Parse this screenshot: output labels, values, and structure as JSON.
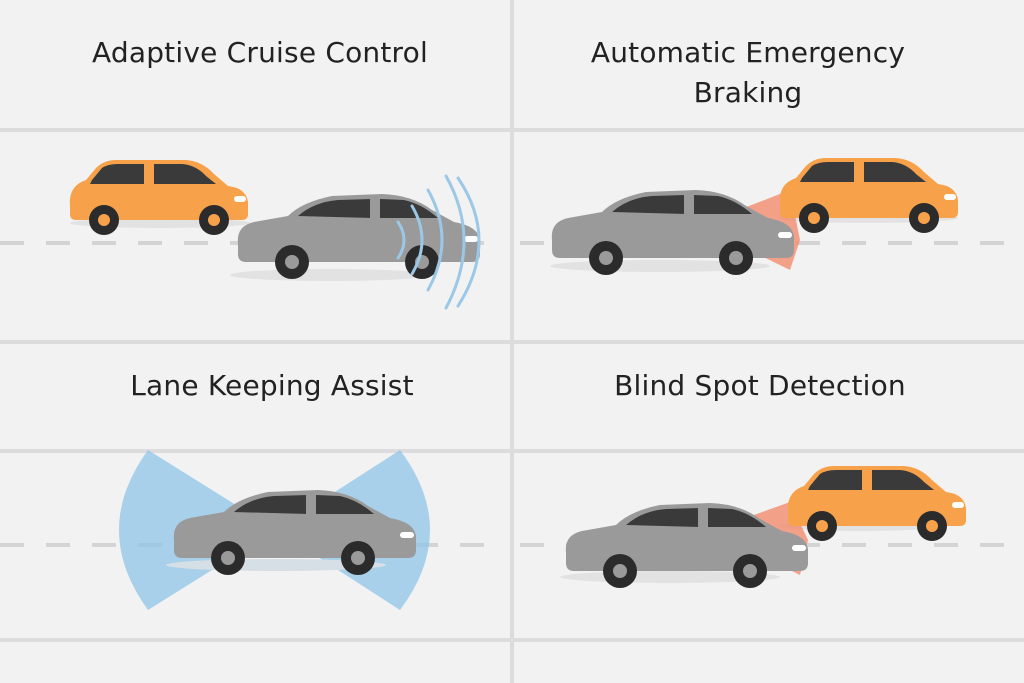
{
  "panels": {
    "acc": {
      "title": "Adaptive Cruise Control"
    },
    "aeb": {
      "title_line1": "Automatic Emergency",
      "title_line2": "Braking"
    },
    "lka": {
      "title": "Lane Keeping Assist"
    },
    "bsd": {
      "title": "Blind Spot Detection"
    }
  },
  "colors": {
    "background": "#f2f2f2",
    "grid_line": "#dcdcdc",
    "lane_dash": "#d4d4d4",
    "orange_car": "#f7a24b",
    "orange_car_window": "#3a3a3a",
    "grey_car": "#9a9a9a",
    "grey_car_window": "#3a3a3a",
    "wheel": "#2b2b2b",
    "radar_wave": "#9cc8e8",
    "braking_beam": "#f28b6e",
    "lane_sensor": "#8fc4e8"
  }
}
